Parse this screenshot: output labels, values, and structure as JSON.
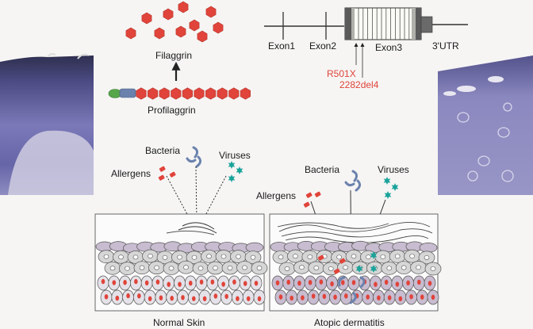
{
  "gene": {
    "exon1": "Exon1",
    "exon2": "Exon2",
    "exon3": "Exon3",
    "utr": "3'UTR",
    "mutation1": "R501X",
    "mutation2": "2282del4"
  },
  "protein": {
    "filaggrin": "Filaggrin",
    "profilaggrin": "Profilaggrin"
  },
  "normal": {
    "bacteria": "Bacteria",
    "viruses": "Viruses",
    "allergens": "Allergens",
    "caption": "Normal Skin"
  },
  "atopic": {
    "bacteria": "Bacteria",
    "viruses": "Viruses",
    "allergens": "Allergens",
    "caption": "Atopic dermatitis"
  },
  "colors": {
    "filaggrin_red": "#e0443a",
    "virus_teal": "#1aa39a",
    "bacteria_blue": "#6b82ad",
    "mutation_red": "#e0443a",
    "histology_purple": "#6b6aa8"
  }
}
